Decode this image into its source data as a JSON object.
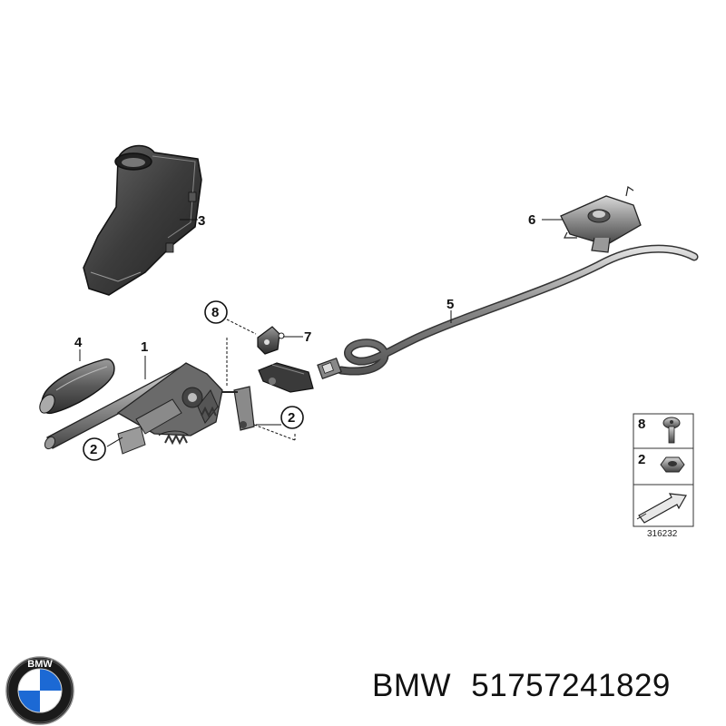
{
  "diagram": {
    "callouts": [
      "1",
      "2",
      "2",
      "3",
      "4",
      "5",
      "6",
      "7",
      "8"
    ],
    "legend": {
      "items": [
        {
          "number": "8",
          "icon": "bolt-icon"
        },
        {
          "number": "2",
          "icon": "hex-nut-icon"
        }
      ],
      "ref_code": "316232",
      "arrow_icon": "direction-arrow-icon"
    }
  },
  "caption": {
    "brand": "BMW",
    "part_number": "51757241829"
  },
  "logo": {
    "letters": "BMW",
    "colors": {
      "blue": "#1c69d4",
      "ring": "#1a1a1a"
    }
  }
}
